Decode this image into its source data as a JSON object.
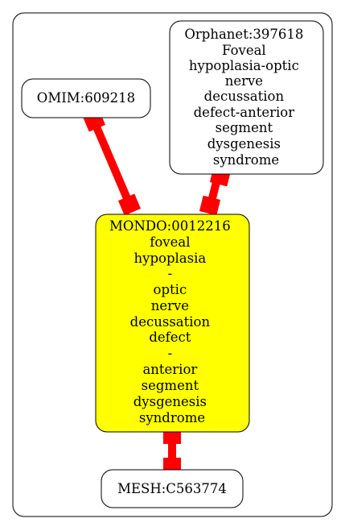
{
  "colors": {
    "background": "#ffffff",
    "cluster_border": "#000000",
    "edge": "#ff0000",
    "focus_fill": "#ffff00",
    "node_fill": "#ffffff",
    "text": "#000000"
  },
  "nodes": {
    "omim": {
      "lines": [
        "OMIM:609218"
      ]
    },
    "orphanet": {
      "lines": [
        "Orphanet:397618",
        "Foveal",
        "hypoplasia-optic",
        "nerve",
        "decussation",
        "defect-anterior",
        "segment",
        "dysgenesis",
        "syndrome"
      ]
    },
    "mondo": {
      "lines": [
        "MONDO:0012216",
        "foveal",
        "hypoplasia",
        "-",
        "optic",
        "nerve",
        "decussation",
        "defect",
        "-",
        "anterior",
        "segment",
        "dysgenesis",
        "syndrome"
      ]
    },
    "mesh": {
      "lines": [
        "MESH:C563774"
      ]
    }
  },
  "edges": [
    {
      "from": "omim",
      "to": "mondo"
    },
    {
      "from": "orphanet",
      "to": "mondo"
    },
    {
      "from": "mondo",
      "to": "mesh"
    }
  ]
}
